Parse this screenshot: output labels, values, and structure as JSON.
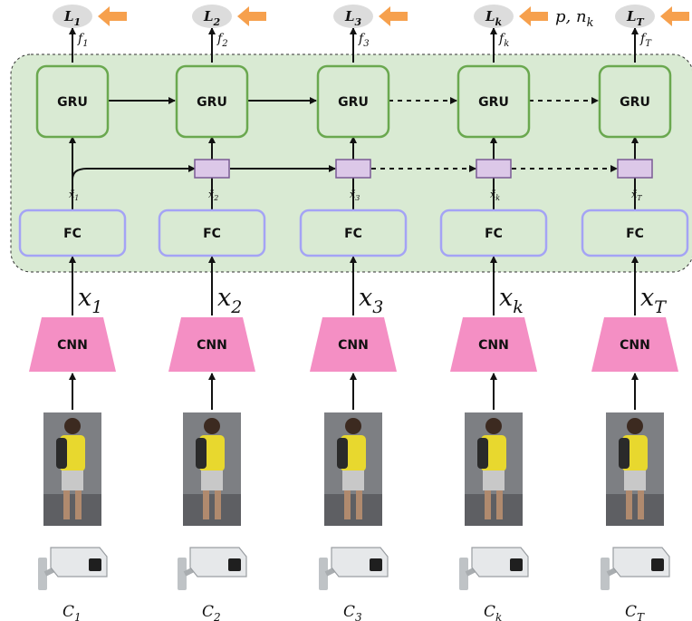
{
  "steps": [
    {
      "loss": "L1",
      "feature": "f1",
      "gru": "GRU",
      "fc": "FC",
      "cnn": "CNN",
      "embedding": "x1",
      "fused": "x̃1",
      "camera": "C1"
    },
    {
      "loss": "L2",
      "feature": "f2",
      "gru": "GRU",
      "fc": "FC",
      "cnn": "CNN",
      "embedding": "x2",
      "fused": "x̃2",
      "camera": "C2"
    },
    {
      "loss": "L3",
      "feature": "f3",
      "gru": "GRU",
      "fc": "FC",
      "cnn": "CNN",
      "embedding": "x3",
      "fused": "x̃3",
      "camera": "C3"
    },
    {
      "loss": "Lk",
      "feature": "fk",
      "gru": "GRU",
      "fc": "FC",
      "cnn": "CNN",
      "embedding": "xk",
      "fused": "x̃k",
      "camera": "Ck"
    },
    {
      "loss": "LT",
      "feature": "fT",
      "gru": "GRU",
      "fc": "FC",
      "cnn": "CNN",
      "embedding": "xT",
      "fused": "x̃T",
      "camera": "CT"
    }
  ],
  "extra_label": "p, nk",
  "colors": {
    "recurrent_panel": "#d9ead3",
    "gru_border": "#6aa84f",
    "fc_border": "#a4a3f5",
    "fusion_node": "#dcc8e8",
    "cnn": "#f48fc4",
    "loss_node": "#dcdcdc",
    "loss_arrow": "#f6a04d",
    "person_shirt": "#e8d82e"
  }
}
